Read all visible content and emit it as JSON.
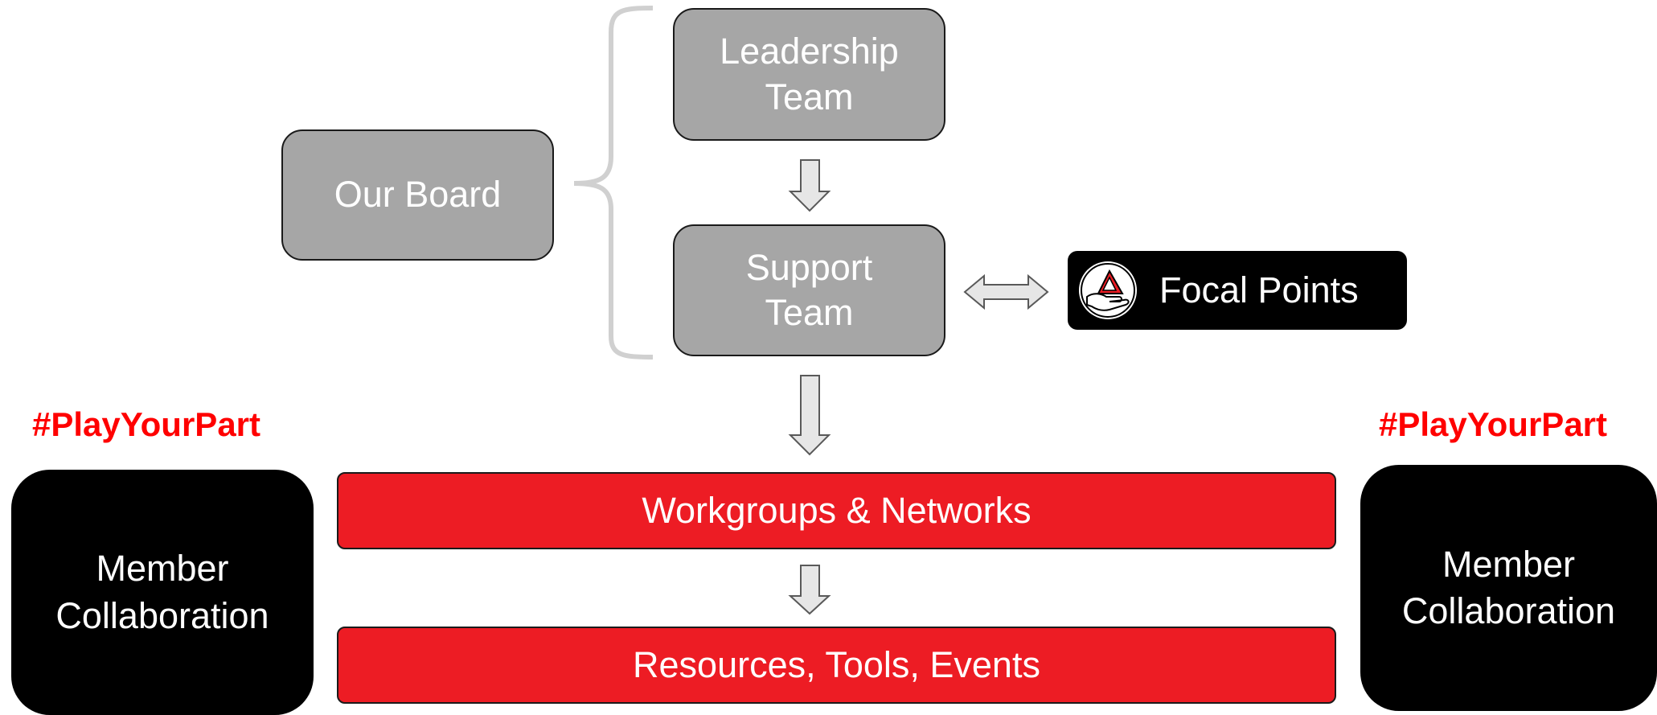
{
  "board": {
    "label": "Our Board"
  },
  "leadership": {
    "line1": "Leadership",
    "line2": "Team"
  },
  "support": {
    "line1": "Support",
    "line2": "Team"
  },
  "focal": {
    "label": "Focal Points",
    "icon": "hand-pyramid-icon"
  },
  "tags": {
    "left": "#PlayYourPart",
    "right": "#PlayYourPart"
  },
  "member_left": {
    "line1": "Member",
    "line2": "Collaboration"
  },
  "member_right": {
    "line1": "Member",
    "line2": "Collaboration"
  },
  "bars": {
    "workgroups": "Workgroups & Networks",
    "resources": "Resources, Tools, Events"
  },
  "colors": {
    "red": "#ed1c24",
    "gray": "#a6a6a6",
    "black": "#000000",
    "tag_red": "#ff0000"
  }
}
